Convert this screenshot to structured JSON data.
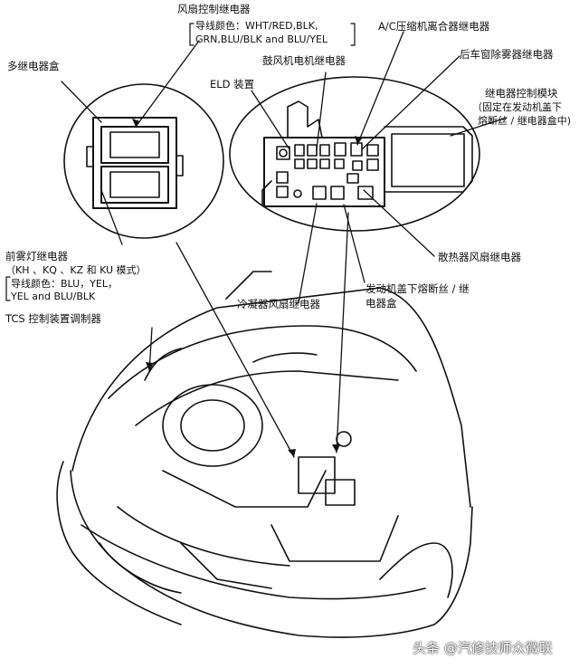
{
  "labels": {
    "fan_relay": "风扇控制继电器",
    "fan_wire_1": "导线颜色：WHT/RED,BLK,",
    "fan_wire_2": "GRN,BLU/BLK and BLU/YEL",
    "multi_box": "多继电器盒",
    "ac_relay": "A/C压缩机离合器继电器",
    "rear_defog": "后车窗除雾器继电器",
    "blower": "鼓风机电机继电器",
    "eld": "ELD 装置",
    "relay_module_1": "继电器控制模块",
    "relay_module_2": "（固定在发动机盖下",
    "relay_module_3": "熔断丝 / 继电器盒中)",
    "fog_relay_1": "前雾灯继电器",
    "fog_relay_2": "（KH 、KQ 、KZ 和 KU 模式）",
    "fog_wire_1": "导线颜色：BLU，YEL，",
    "fog_wire_2": "YEL and BLU/BLK",
    "radiator_fan": "散热器风扇继电器",
    "condenser_fan": "冷凝器风扇继电器",
    "underhood_box_1": "发动机盖下熔断丝 / 继",
    "underhood_box_2": "电器盒",
    "tcs": "TCS 控制装置调制器",
    "watermark": "头条 @汽修技师众微联"
  }
}
